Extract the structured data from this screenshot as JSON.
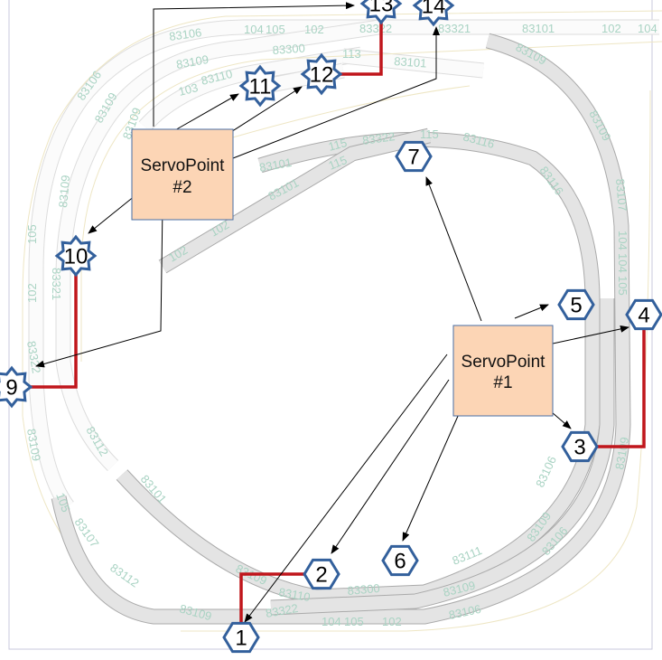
{
  "diagram": {
    "servo_points": [
      {
        "title": "ServoPoint",
        "number": "#1"
      },
      {
        "title": "ServoPoint",
        "number": "#2"
      }
    ],
    "markers": [
      "1",
      "2",
      "3",
      "4",
      "5",
      "6",
      "7",
      "9",
      "10",
      "11",
      "12",
      "13",
      "14"
    ],
    "track_labels": [
      "83106",
      "104",
      "105",
      "102",
      "83300",
      "83109",
      "83110",
      "103",
      "113",
      "83101",
      "83322",
      "83321",
      "83101",
      "102",
      "104",
      "83109",
      "83109",
      "83107",
      "104",
      "104",
      "105",
      "83116",
      "83116",
      "115",
      "115",
      "83322",
      "115",
      "83101",
      "83101",
      "102",
      "102",
      "83106",
      "83109",
      "83109",
      "105",
      "102",
      "83321",
      "83109",
      "83322",
      "83109",
      "83112",
      "83101",
      "105",
      "83107",
      "83112",
      "83109",
      "83110",
      "83300",
      "83322",
      "104",
      "105",
      "102",
      "83106",
      "83111",
      "83109",
      "83106",
      "83109",
      "83106",
      "83109",
      "83109"
    ],
    "colors": {
      "servo_box": "#fcd5b5",
      "marker_outline": "#33609c",
      "wire": "#c0161c",
      "track_label": "#a9d3c3"
    }
  }
}
